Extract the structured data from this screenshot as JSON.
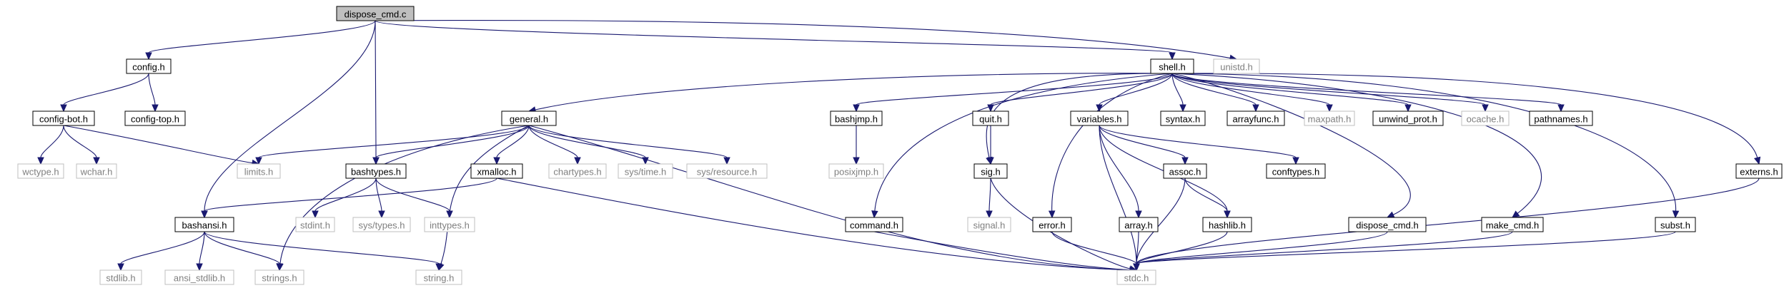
{
  "graph": {
    "root": "dispose_cmd.c",
    "colors": {
      "edge": "#191970",
      "root_fill": "#bfbfbf",
      "node_border": "#000000",
      "external_border": "#bfbfbf",
      "external_text": "#7f7f7f",
      "text": "#000000"
    },
    "nodes": [
      {
        "id": "dispose_cmd_c",
        "label": "dispose_cmd.c",
        "kind": "root"
      },
      {
        "id": "config_h",
        "label": "config.h",
        "kind": "local"
      },
      {
        "id": "config_top_h",
        "label": "config-top.h",
        "kind": "local"
      },
      {
        "id": "config_bot_h",
        "label": "config-bot.h",
        "kind": "local"
      },
      {
        "id": "wctype_h",
        "label": "wctype.h",
        "kind": "external"
      },
      {
        "id": "wchar_h",
        "label": "wchar.h",
        "kind": "external"
      },
      {
        "id": "limits_h",
        "label": "limits.h",
        "kind": "external"
      },
      {
        "id": "bashtypes_h",
        "label": "bashtypes.h",
        "kind": "local"
      },
      {
        "id": "stdint_h",
        "label": "stdint.h",
        "kind": "external"
      },
      {
        "id": "sys_types_h",
        "label": "sys/types.h",
        "kind": "external"
      },
      {
        "id": "inttypes_h",
        "label": "inttypes.h",
        "kind": "external"
      },
      {
        "id": "bashansi_h",
        "label": "bashansi.h",
        "kind": "local"
      },
      {
        "id": "stdlib_h",
        "label": "stdlib.h",
        "kind": "external"
      },
      {
        "id": "ansi_stdlib_h",
        "label": "ansi_stdlib.h",
        "kind": "external"
      },
      {
        "id": "strings_h",
        "label": "strings.h",
        "kind": "external"
      },
      {
        "id": "string_h",
        "label": "string.h",
        "kind": "external"
      },
      {
        "id": "general_h",
        "label": "general.h",
        "kind": "local"
      },
      {
        "id": "xmalloc_h",
        "label": "xmalloc.h",
        "kind": "local"
      },
      {
        "id": "chartypes_h",
        "label": "chartypes.h",
        "kind": "external"
      },
      {
        "id": "sys_time_h",
        "label": "sys/time.h",
        "kind": "external"
      },
      {
        "id": "sys_resource_h",
        "label": "sys/resource.h",
        "kind": "external"
      },
      {
        "id": "stdc_h",
        "label": "stdc.h",
        "kind": "external"
      },
      {
        "id": "shell_h",
        "label": "shell.h",
        "kind": "local"
      },
      {
        "id": "unistd_h",
        "label": "unistd.h",
        "kind": "external"
      },
      {
        "id": "bashjmp_h",
        "label": "bashjmp.h",
        "kind": "local"
      },
      {
        "id": "posixjmp_h",
        "label": "posixjmp.h",
        "kind": "external"
      },
      {
        "id": "command_h",
        "label": "command.h",
        "kind": "local"
      },
      {
        "id": "quit_h",
        "label": "quit.h",
        "kind": "local"
      },
      {
        "id": "sig_h",
        "label": "sig.h",
        "kind": "local"
      },
      {
        "id": "signal_h",
        "label": "signal.h",
        "kind": "external"
      },
      {
        "id": "variables_h",
        "label": "variables.h",
        "kind": "local"
      },
      {
        "id": "array_h",
        "label": "array.h",
        "kind": "local"
      },
      {
        "id": "assoc_h",
        "label": "assoc.h",
        "kind": "local"
      },
      {
        "id": "hashlib_h",
        "label": "hashlib.h",
        "kind": "local"
      },
      {
        "id": "conftypes_h",
        "label": "conftypes.h",
        "kind": "local"
      },
      {
        "id": "error_h",
        "label": "error.h",
        "kind": "local"
      },
      {
        "id": "syntax_h",
        "label": "syntax.h",
        "kind": "local"
      },
      {
        "id": "arrayfunc_h",
        "label": "arrayfunc.h",
        "kind": "local"
      },
      {
        "id": "maxpath_h",
        "label": "maxpath.h",
        "kind": "external"
      },
      {
        "id": "unwind_prot_h",
        "label": "unwind_prot.h",
        "kind": "local"
      },
      {
        "id": "ocache_h",
        "label": "ocache.h",
        "kind": "external"
      },
      {
        "id": "pathnames_h",
        "label": "pathnames.h",
        "kind": "local"
      },
      {
        "id": "dispose_cmd_h",
        "label": "dispose_cmd.h",
        "kind": "local"
      },
      {
        "id": "make_cmd_h",
        "label": "make_cmd.h",
        "kind": "local"
      },
      {
        "id": "subst_h",
        "label": "subst.h",
        "kind": "local"
      },
      {
        "id": "externs_h",
        "label": "externs.h",
        "kind": "local"
      }
    ],
    "edges": [
      [
        "dispose_cmd_c",
        "config_h"
      ],
      [
        "dispose_cmd_c",
        "bashtypes_h"
      ],
      [
        "dispose_cmd_c",
        "bashansi_h"
      ],
      [
        "dispose_cmd_c",
        "unistd_h"
      ],
      [
        "dispose_cmd_c",
        "shell_h"
      ],
      [
        "config_h",
        "config_top_h"
      ],
      [
        "config_h",
        "config_bot_h"
      ],
      [
        "config_bot_h",
        "wctype_h"
      ],
      [
        "config_bot_h",
        "wchar_h"
      ],
      [
        "config_bot_h",
        "limits_h"
      ],
      [
        "bashtypes_h",
        "stdint_h"
      ],
      [
        "bashtypes_h",
        "sys_types_h"
      ],
      [
        "bashtypes_h",
        "inttypes_h"
      ],
      [
        "bashansi_h",
        "stdlib_h"
      ],
      [
        "bashansi_h",
        "ansi_stdlib_h"
      ],
      [
        "bashansi_h",
        "strings_h"
      ],
      [
        "bashansi_h",
        "string_h"
      ],
      [
        "general_h",
        "limits_h"
      ],
      [
        "general_h",
        "bashtypes_h"
      ],
      [
        "general_h",
        "strings_h"
      ],
      [
        "general_h",
        "string_h"
      ],
      [
        "general_h",
        "xmalloc_h"
      ],
      [
        "general_h",
        "chartypes_h"
      ],
      [
        "general_h",
        "sys_time_h"
      ],
      [
        "general_h",
        "sys_resource_h"
      ],
      [
        "general_h",
        "stdc_h"
      ],
      [
        "xmalloc_h",
        "bashansi_h"
      ],
      [
        "xmalloc_h",
        "stdc_h"
      ],
      [
        "shell_h",
        "general_h"
      ],
      [
        "shell_h",
        "bashjmp_h"
      ],
      [
        "shell_h",
        "command_h"
      ],
      [
        "shell_h",
        "sig_h"
      ],
      [
        "shell_h",
        "quit_h"
      ],
      [
        "shell_h",
        "variables_h"
      ],
      [
        "shell_h",
        "error_h"
      ],
      [
        "shell_h",
        "syntax_h"
      ],
      [
        "shell_h",
        "arrayfunc_h"
      ],
      [
        "shell_h",
        "maxpath_h"
      ],
      [
        "shell_h",
        "unwind_prot_h"
      ],
      [
        "shell_h",
        "ocache_h"
      ],
      [
        "shell_h",
        "pathnames_h"
      ],
      [
        "shell_h",
        "dispose_cmd_h"
      ],
      [
        "shell_h",
        "make_cmd_h"
      ],
      [
        "shell_h",
        "subst_h"
      ],
      [
        "shell_h",
        "externs_h"
      ],
      [
        "bashjmp_h",
        "posixjmp_h"
      ],
      [
        "command_h",
        "stdc_h"
      ],
      [
        "quit_h",
        "sig_h"
      ],
      [
        "sig_h",
        "signal_h"
      ],
      [
        "sig_h",
        "stdc_h"
      ],
      [
        "variables_h",
        "stdc_h"
      ],
      [
        "variables_h",
        "array_h"
      ],
      [
        "variables_h",
        "assoc_h"
      ],
      [
        "variables_h",
        "hashlib_h"
      ],
      [
        "variables_h",
        "conftypes_h"
      ],
      [
        "array_h",
        "stdc_h"
      ],
      [
        "assoc_h",
        "stdc_h"
      ],
      [
        "assoc_h",
        "hashlib_h"
      ],
      [
        "hashlib_h",
        "stdc_h"
      ],
      [
        "error_h",
        "stdc_h"
      ],
      [
        "dispose_cmd_h",
        "stdc_h"
      ],
      [
        "make_cmd_h",
        "stdc_h"
      ],
      [
        "subst_h",
        "stdc_h"
      ],
      [
        "externs_h",
        "stdc_h"
      ]
    ]
  }
}
